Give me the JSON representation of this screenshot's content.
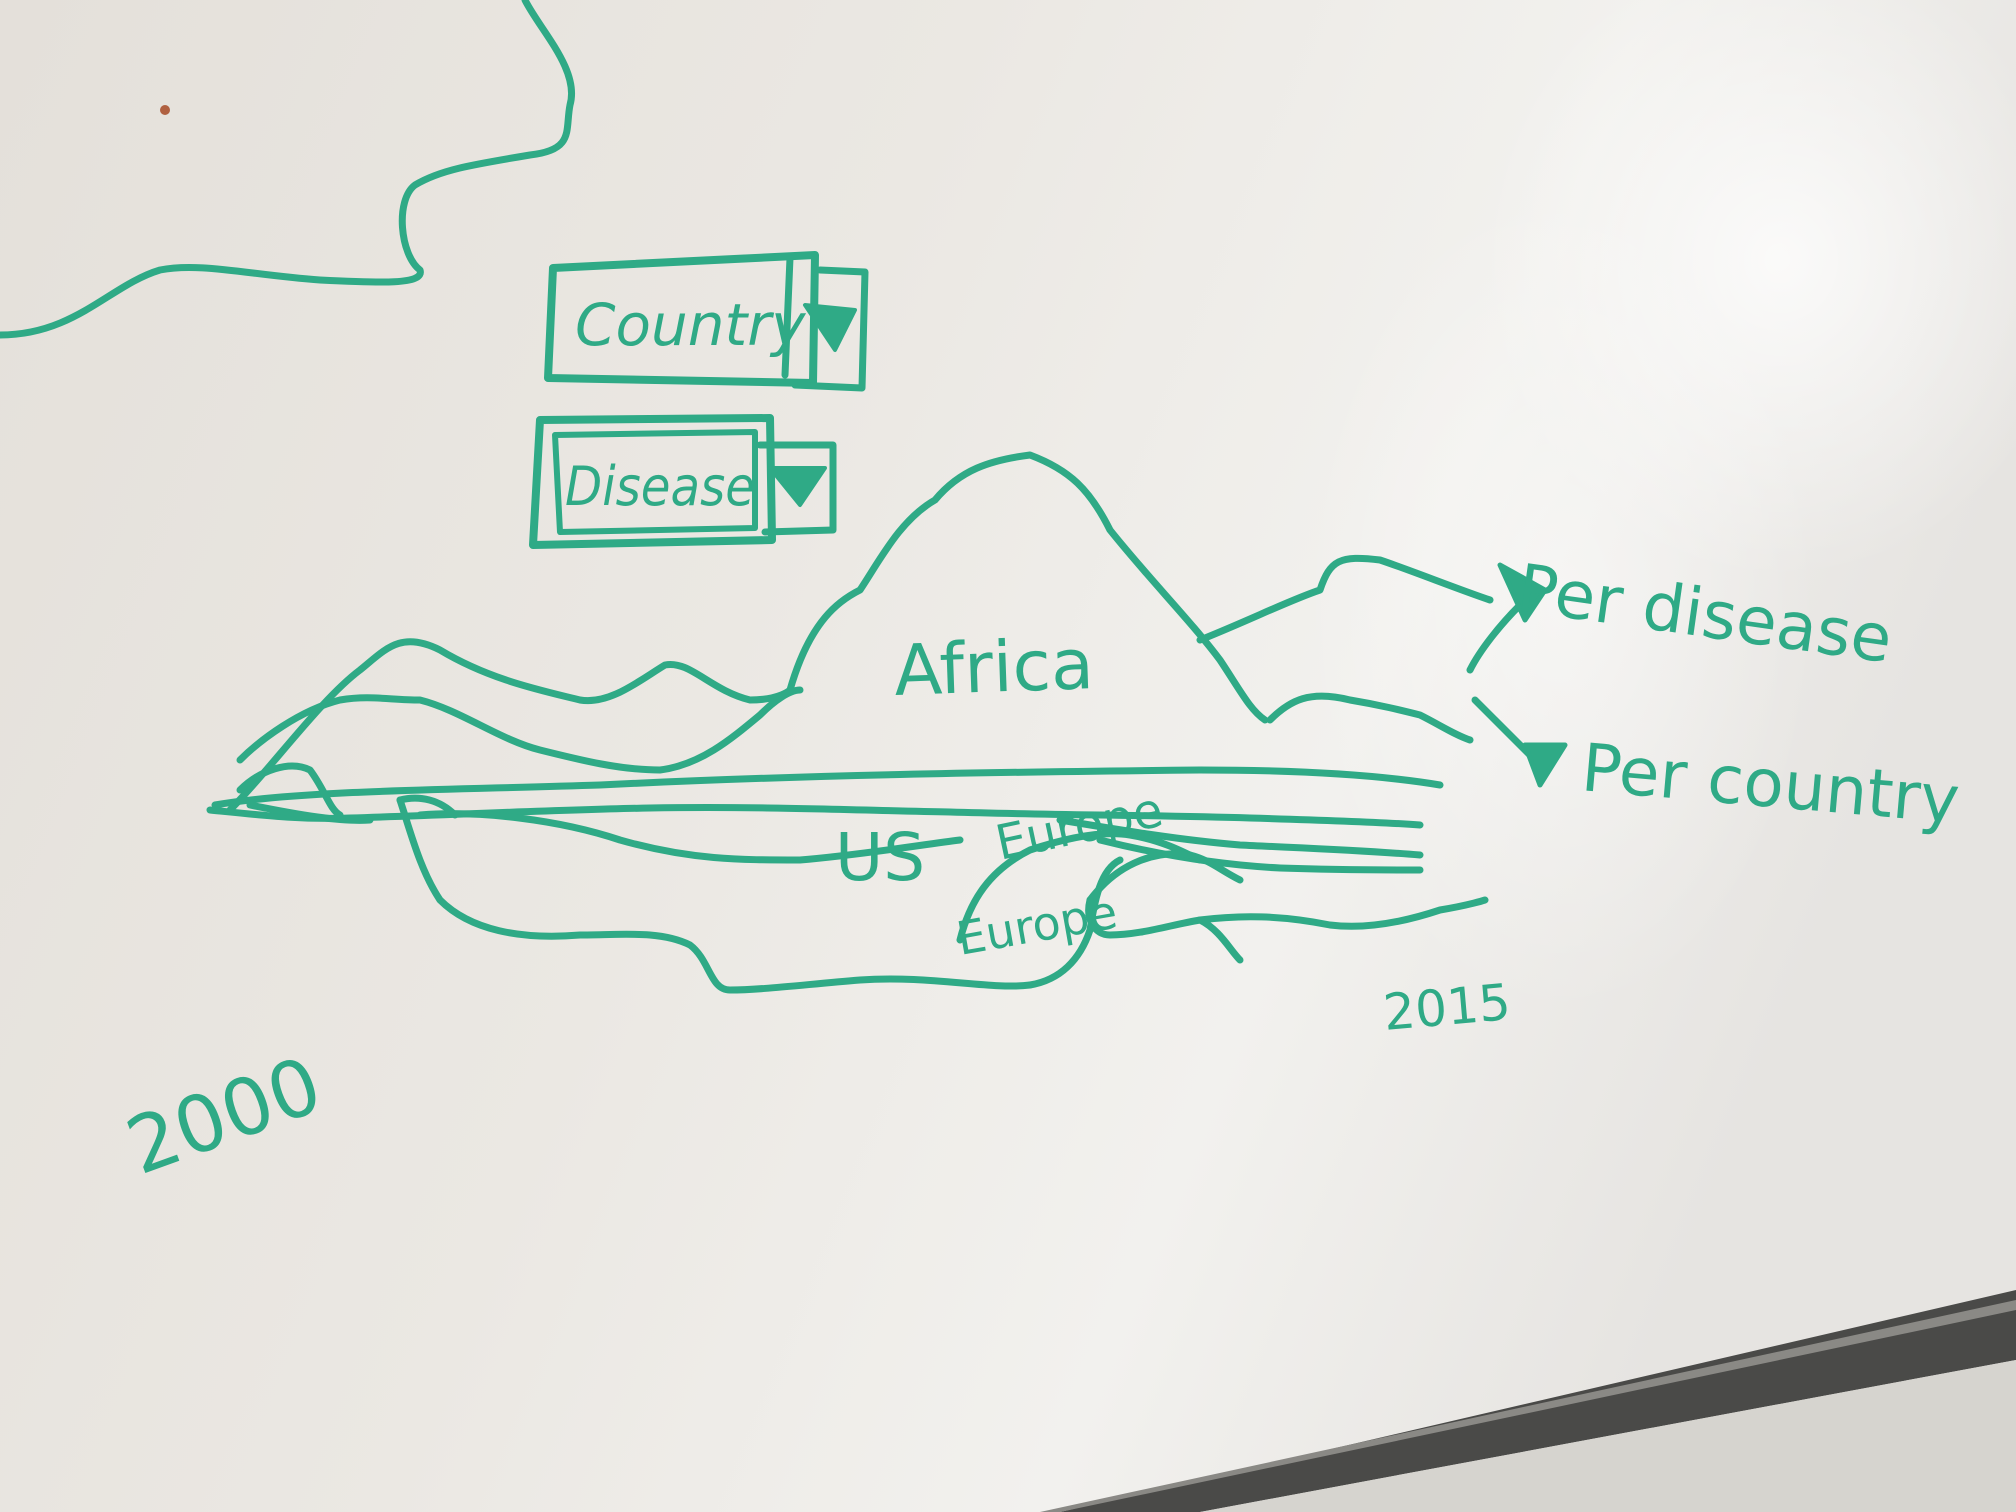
{
  "whiteboard": {
    "marker_color": "#2faa86",
    "board_color": "#ebe7e2",
    "frame_color": "#4a4a48"
  },
  "dropdowns": {
    "country": {
      "label": "Country",
      "icon": "triangle-down-icon"
    },
    "disease": {
      "label": "Disease",
      "icon": "triangle-down-icon"
    }
  },
  "streamgraph_sketch": {
    "region_labels": {
      "africa": "Africa",
      "us": "US",
      "europe": "Europe"
    },
    "x_start_label": "2000",
    "x_end_label": "2015"
  },
  "outputs": {
    "per_disease": "Per disease",
    "per_country": "Per country"
  }
}
